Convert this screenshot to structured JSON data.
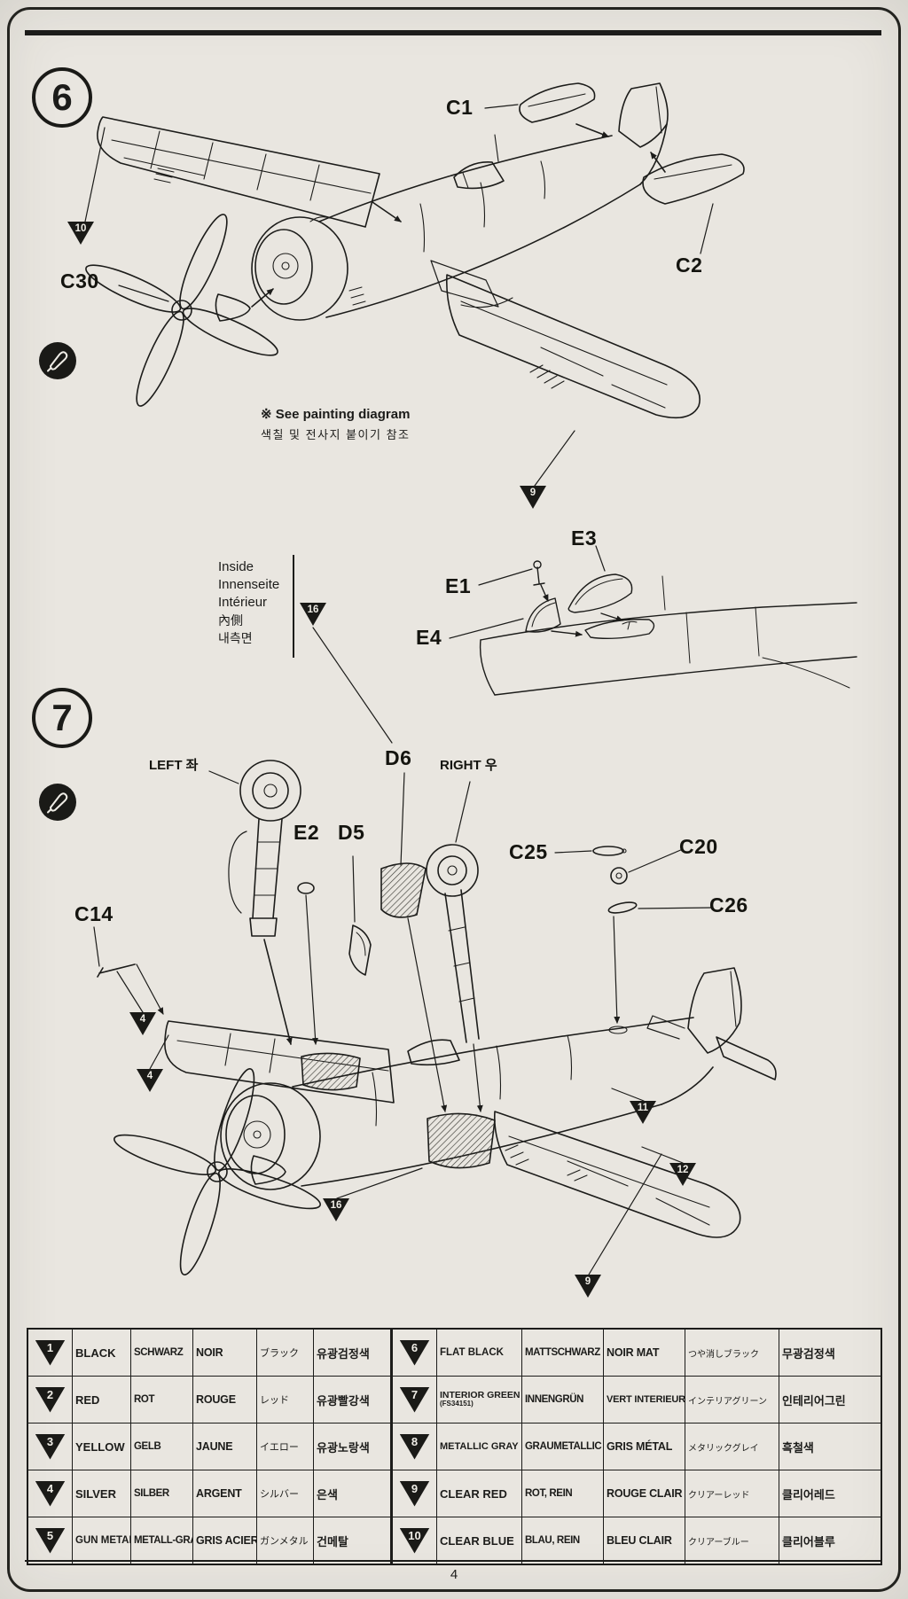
{
  "step6": {
    "number": "6",
    "labels": {
      "c1": "C1",
      "c2": "C2",
      "c30": "C30"
    },
    "callouts": {
      "left_wing": "10",
      "right_wing_under": "9"
    },
    "note": {
      "en": "※ See painting diagram",
      "ko": "색칠 및 전사지 붙이기 참조"
    }
  },
  "inside": {
    "lines": [
      "Inside",
      "Innenseite",
      "Intérieur",
      "內側",
      "내측면"
    ],
    "callout": "16",
    "labels": {
      "e1": "E1",
      "e3": "E3",
      "e4": "E4"
    }
  },
  "step7": {
    "number": "7",
    "labels": {
      "left": "LEFT 좌",
      "right": "RIGHT 우",
      "e2": "E2",
      "d5": "D5",
      "d6": "D6",
      "c25": "C25",
      "c20": "C20",
      "c26": "C26",
      "c14": "C14"
    },
    "callouts": {
      "pitot": "4",
      "wing_tip": "4",
      "gear_bay": "16",
      "fuselage_rear": "11",
      "wing_flap": "12",
      "tail_under": "9"
    }
  },
  "color_table": {
    "left_rows": [
      {
        "num": "1",
        "en": "BLACK",
        "de": "SCHWARZ",
        "fr": "NOIR",
        "ja": "ブラック",
        "ko": "유광검정색"
      },
      {
        "num": "2",
        "en": "RED",
        "de": "ROT",
        "fr": "ROUGE",
        "ja": "レッド",
        "ko": "유광빨강색"
      },
      {
        "num": "3",
        "en": "YELLOW",
        "de": "GELB",
        "fr": "JAUNE",
        "ja": "イエロー",
        "ko": "유광노랑색"
      },
      {
        "num": "4",
        "en": "SILVER",
        "de": "SILBER",
        "fr": "ARGENT",
        "ja": "シルバー",
        "ko": "은색"
      },
      {
        "num": "5",
        "en": "GUN METAL",
        "de": "METALL-GRAU",
        "fr": "GRIS ACIER",
        "ja": "ガンメタル",
        "ko": "건메탈"
      }
    ],
    "right_rows": [
      {
        "num": "6",
        "en": "FLAT BLACK",
        "en_sub": "",
        "de": "MATTSCHWARZ",
        "fr": "NOIR MAT",
        "ja": "つや消しブラック",
        "ko": "무광검정색"
      },
      {
        "num": "7",
        "en": "INTERIOR GREEN",
        "en_sub": "(FS34151)",
        "de": "INNENGRÜN",
        "fr": "VERT INTERIEUR",
        "ja": "インテリアグリーン",
        "ko": "인테리어그린"
      },
      {
        "num": "8",
        "en": "METALLIC GRAY",
        "en_sub": "",
        "de": "GRAUMETALLIC",
        "fr": "GRIS MÉTAL",
        "ja": "メタリックグレイ",
        "ko": "흑철색"
      },
      {
        "num": "9",
        "en": "CLEAR RED",
        "en_sub": "",
        "de": "ROT, REIN",
        "fr": "ROUGE CLAIR",
        "ja": "クリアーレッド",
        "ko": "클리어레드"
      },
      {
        "num": "10",
        "en": "CLEAR BLUE",
        "en_sub": "",
        "de": "BLAU, REIN",
        "fr": "BLEU CLAIR",
        "ja": "クリアーブルー",
        "ko": "클리어블루"
      }
    ]
  },
  "footer": {
    "page_number": "4"
  }
}
